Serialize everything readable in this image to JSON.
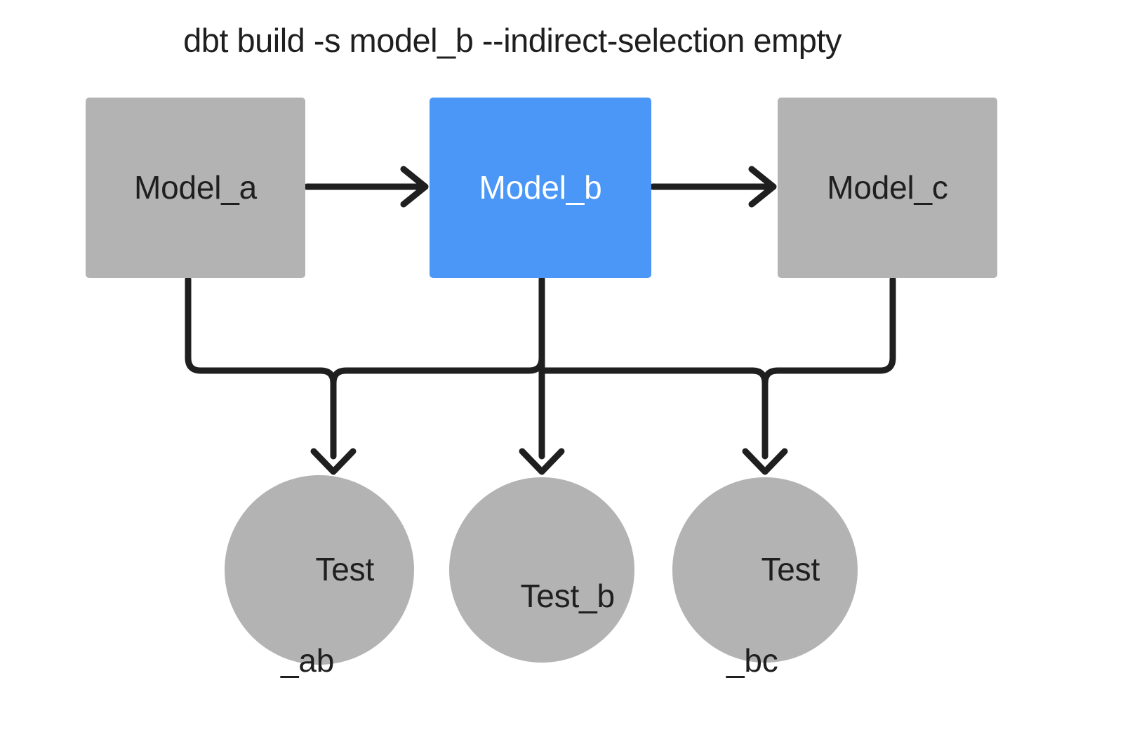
{
  "title": "dbt build -s model_b --indirect-selection empty",
  "colors": {
    "background": "#ffffff",
    "node_gray": "#b3b3b3",
    "node_selected_blue": "#4a97f7",
    "edge_stroke": "#1f1f1f",
    "label_dark": "#1f1f1f",
    "label_light": "#ffffff"
  },
  "nodes": {
    "models": [
      {
        "id": "model_a",
        "label": "Model_a",
        "shape": "rectangle",
        "state": "unselected",
        "fill": "#b3b3b3",
        "text_color": "#1f1f1f"
      },
      {
        "id": "model_b",
        "label": "Model_b",
        "shape": "rectangle",
        "state": "selected",
        "fill": "#4a97f7",
        "text_color": "#ffffff"
      },
      {
        "id": "model_c",
        "label": "Model_c",
        "shape": "rectangle",
        "state": "unselected",
        "fill": "#b3b3b3",
        "text_color": "#1f1f1f"
      }
    ],
    "tests": [
      {
        "id": "test_ab",
        "label": "Test_ab",
        "line1": "Test",
        "line2": "_ab",
        "shape": "circle",
        "state": "unselected",
        "fill": "#b3b3b3",
        "text_color": "#1f1f1f"
      },
      {
        "id": "test_b",
        "label": "Test_b",
        "line1": "Test_b",
        "line2": "",
        "shape": "circle",
        "state": "unselected",
        "fill": "#b3b3b3",
        "text_color": "#1f1f1f"
      },
      {
        "id": "test_bc",
        "label": "Test_bc",
        "line1": "Test",
        "line2": "_bc",
        "shape": "circle",
        "state": "unselected",
        "fill": "#b3b3b3",
        "text_color": "#1f1f1f"
      }
    ]
  },
  "edges": [
    {
      "from": "model_a",
      "to": "model_b",
      "style": "straight-arrow"
    },
    {
      "from": "model_b",
      "to": "model_c",
      "style": "straight-arrow"
    },
    {
      "from": "model_a",
      "to": "test_ab",
      "style": "orthogonal-arrow"
    },
    {
      "from": "model_b",
      "to": "test_ab",
      "style": "orthogonal-arrow"
    },
    {
      "from": "model_b",
      "to": "test_b",
      "style": "orthogonal-arrow"
    },
    {
      "from": "model_c",
      "to": "test_bc",
      "style": "orthogonal-arrow"
    },
    {
      "from": "model_b",
      "to": "test_bc",
      "style": "orthogonal-arrow"
    }
  ]
}
